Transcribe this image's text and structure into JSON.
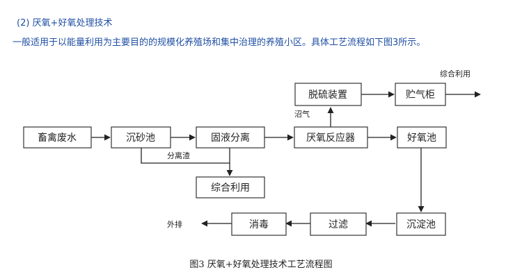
{
  "section": {
    "heading": "(2) 厌氧+好氧处理技术",
    "intro": "一般适用于以能量利用为主要目的的规模化养殖场和集中治理的养殖小区。具体工艺流程如下图3所示。"
  },
  "diagram": {
    "nodes": {
      "livestock_wastewater": "畜禽废水",
      "grit_chamber": "沉砂池",
      "solid_liquid_separation": "固液分离",
      "comprehensive_use_lower": "综合利用",
      "anaerobic_reactor": "厌氧反应器",
      "desulfurization": "脱硫装置",
      "gas_holder": "贮气柜",
      "aerobic_tank": "好氧池",
      "sedimentation_tank": "沉淀池",
      "filtration": "过滤",
      "disinfection": "消毒"
    },
    "labels": {
      "separated_residue": "分离渣",
      "biogas": "沼气",
      "comprehensive_use_top": "综合利用",
      "discharge": "外排"
    },
    "caption": "图3 厌氧+好氧处理技术工艺流程图"
  },
  "colors": {
    "text_blue": "#1f4fa3",
    "line": "#222222",
    "box_border": "#333333"
  }
}
